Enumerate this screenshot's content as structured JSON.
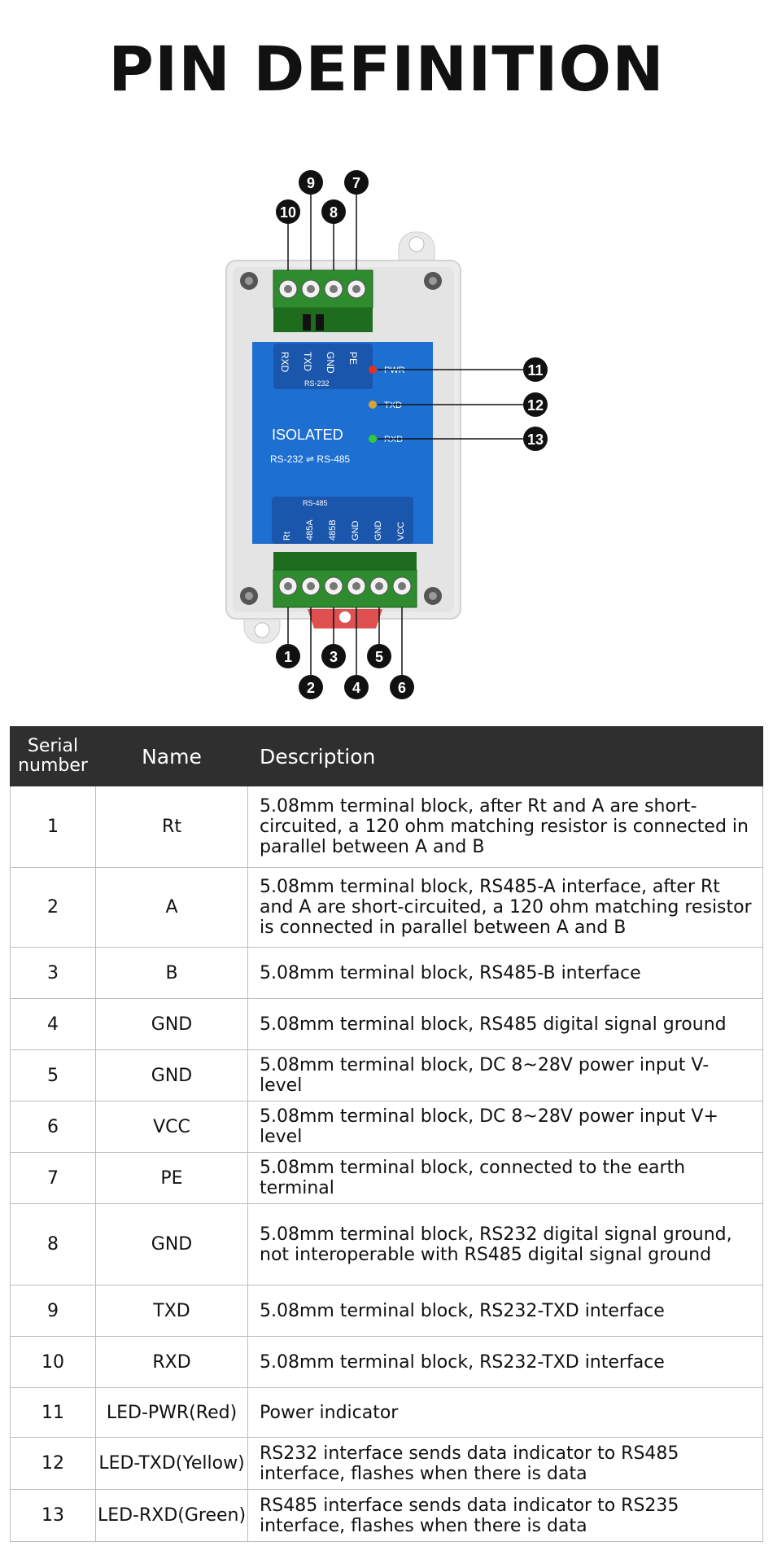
{
  "page_title": "PIN DEFINITION",
  "device": {
    "pin_labels_top": [
      "RXD",
      "TXD",
      "GND",
      "PE"
    ],
    "rs232_label": "RS-232",
    "rs485_label": "RS-485",
    "pin_labels_bottom": [
      "Rt",
      "485A",
      "485B",
      "GND",
      "GND",
      "VCC"
    ],
    "isolated_label": "ISOLATED",
    "conversion_label": "RS-232 ⇌ RS-485",
    "leds": [
      {
        "label": "PWR",
        "color": "#e33020"
      },
      {
        "label": "TXD",
        "color": "#d3a43a"
      },
      {
        "label": "RXD",
        "color": "#33cc33"
      }
    ],
    "callouts_top": [
      "10",
      "9",
      "8",
      "7"
    ],
    "callouts_right": [
      "11",
      "12",
      "13"
    ],
    "callouts_bottom": [
      "1",
      "2",
      "3",
      "4",
      "5",
      "6"
    ]
  },
  "table": {
    "headers": [
      "Serial number",
      "Name",
      "Description"
    ],
    "rows": [
      {
        "num": "1",
        "name": "Rt",
        "desc": "5.08mm terminal block, after Rt and A are short-circuited, a 120 ohm matching resistor is connected in parallel between A and B"
      },
      {
        "num": "2",
        "name": "A",
        "desc": "5.08mm terminal block, RS485-A interface, after Rt and A are short-circuited, a 120 ohm matching resistor is connected in parallel between A and B"
      },
      {
        "num": "3",
        "name": "B",
        "desc": "5.08mm terminal block, RS485-B interface"
      },
      {
        "num": "4",
        "name": "GND",
        "desc": "5.08mm terminal block, RS485 digital signal ground"
      },
      {
        "num": "5",
        "name": "GND",
        "desc": "5.08mm terminal block, DC 8~28V power input V- level"
      },
      {
        "num": "6",
        "name": "VCC",
        "desc": "5.08mm terminal block, DC 8~28V power input V+ level"
      },
      {
        "num": "7",
        "name": "PE",
        "desc": "5.08mm terminal block, connected to the earth terminal"
      },
      {
        "num": "8",
        "name": "GND",
        "desc": "5.08mm terminal block, RS232 digital signal ground, not interoperable with RS485 digital signal ground"
      },
      {
        "num": "9",
        "name": "TXD",
        "desc": "5.08mm terminal block, RS232-TXD interface"
      },
      {
        "num": "10",
        "name": "RXD",
        "desc": "5.08mm terminal block, RS232-TXD interface"
      },
      {
        "num": "11",
        "name": "LED-PWR(Red)",
        "desc": "Power indicator"
      },
      {
        "num": "12",
        "name": "LED-TXD(Yellow)",
        "desc": "RS232 interface sends data indicator to RS485 interface, flashes when there is data"
      },
      {
        "num": "13",
        "name": "LED-RXD(Green)",
        "desc": "RS485 interface sends data indicator to RS235 interface, flashes when there is data"
      }
    ]
  }
}
